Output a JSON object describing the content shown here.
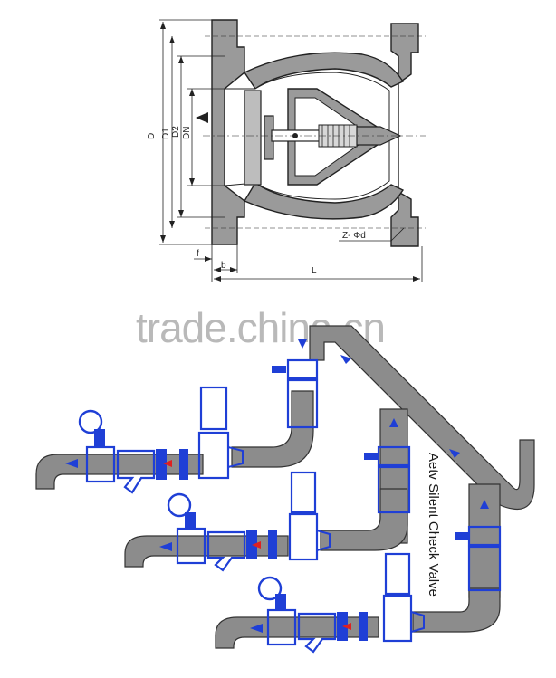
{
  "section_diagram": {
    "labels": {
      "D": "D",
      "D1": "D1",
      "D2": "D2",
      "DN": "DN",
      "L": "L",
      "f": "f",
      "b": "b",
      "bolts": "Z- Φd"
    }
  },
  "watermark": "trade.china.cn",
  "installation": {
    "caption": "Aetv Silent Check Valve"
  },
  "colors": {
    "pipe": "#8c8c8c",
    "pipe_dark": "#4a4a4a",
    "equipment": "#1f3fd6",
    "flow_arrow_blue": "#1f3fd6",
    "flow_arrow_red": "#e02020"
  }
}
